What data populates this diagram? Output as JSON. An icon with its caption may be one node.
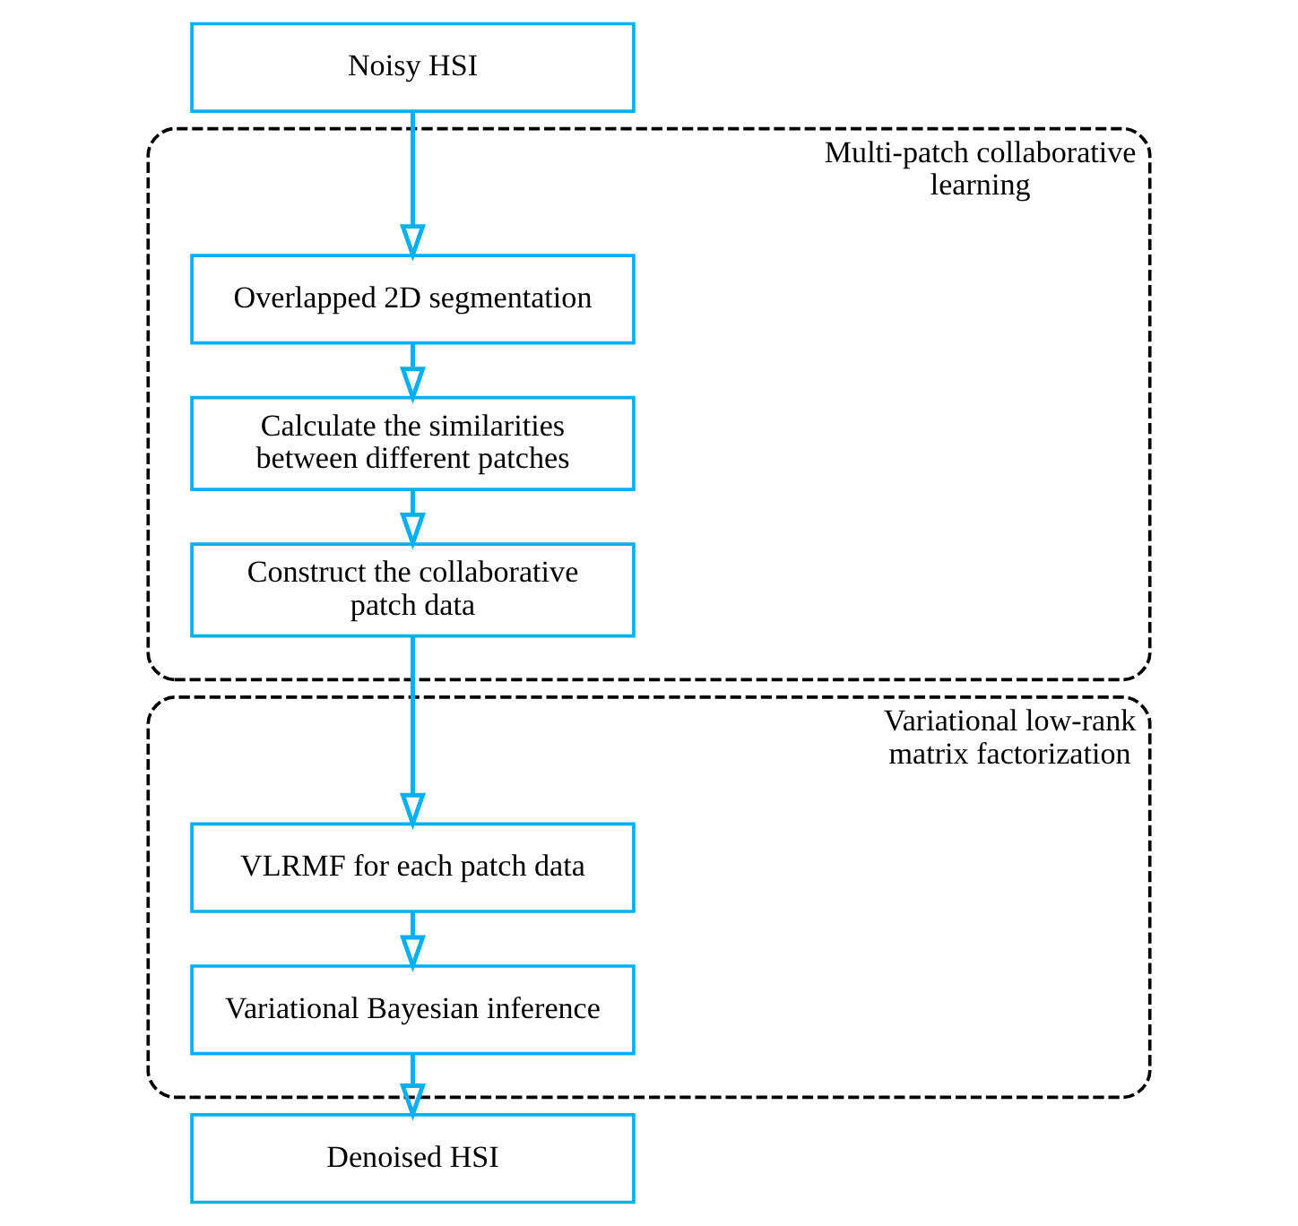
{
  "diagram": {
    "nodes": [
      {
        "text": [
          "Noisy HSI"
        ]
      },
      {
        "text": [
          "Multi-patch collaborative learning"
        ]
      },
      {
        "text": [
          "Overlapped 2D segmentation"
        ],
        "in": 1
      },
      {
        "text": [
          "Calculate the similarities between different patches"
        ],
        "in": 1
      },
      {
        "text": [
          "Construct the collaborative patch data"
        ],
        "in": 1
      },
      {
        "text": [
          "Variational low-rank matrix factorization"
        ]
      },
      {
        "text": [
          "VLRMF for each patch data"
        ],
        "in": 5
      },
      {
        "text": [
          "Variational Bayesian inference"
        ],
        "in": 5
      },
      {
        "text": [
          "Denoised HSI"
        ]
      }
    ],
    "edges": [
      {
        "from": 0,
        "to": 2,
        "arrow": "to"
      },
      {
        "from": 2,
        "to": 3,
        "arrow": "to"
      },
      {
        "from": 3,
        "to": 4,
        "arrow": "to"
      },
      {
        "from": 4,
        "to": 6,
        "arrow": "to"
      },
      {
        "from": 6,
        "to": 7,
        "arrow": "to"
      },
      {
        "from": 7,
        "to": 8,
        "arrow": "to"
      }
    ]
  }
}
